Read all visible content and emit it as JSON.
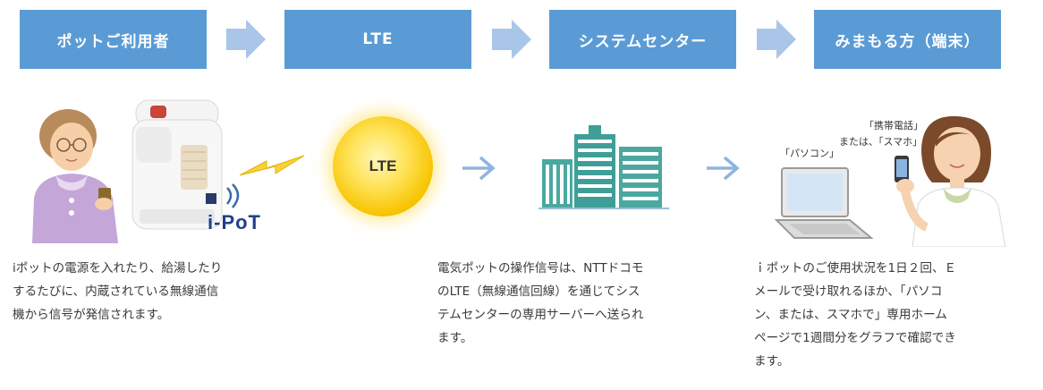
{
  "steps": [
    {
      "label": "ポットご利用者"
    },
    {
      "label": "LTE"
    },
    {
      "label": "システムセンター"
    },
    {
      "label": "みまもる方（端末）"
    }
  ],
  "illustration": {
    "lte_label": "LTE",
    "ipot_logo": "i-PoT",
    "pc_label": "「パソコン」",
    "phone_label_line1": "「携帯電話」",
    "phone_label_line2": "または、「スマホ」"
  },
  "descriptions": {
    "user": [
      "iポットの電源を入れたり、給湯したり",
      "するたびに、内蔵されている無線通信",
      "機から信号が発信されます。"
    ],
    "lte": [
      "電気ポットの操作信号は、NTTドコモ",
      "のLTE（無線通信回線）を通じてシス",
      "テムセンターの専用サーバーへ送られ",
      "ます。"
    ],
    "watcher": [
      "ｉポットのご使用状況を1日２回、Ｅ",
      "メールで受け取れるほか、「パソコ",
      "ン、または、スマホで」専用ホーム",
      "ページで1週間分をグラフで確認でき",
      "ます。"
    ]
  },
  "colors": {
    "step_bg": "#5b9bd5",
    "chevron": "#a9c6e8",
    "arrow": "#8fb4de"
  }
}
